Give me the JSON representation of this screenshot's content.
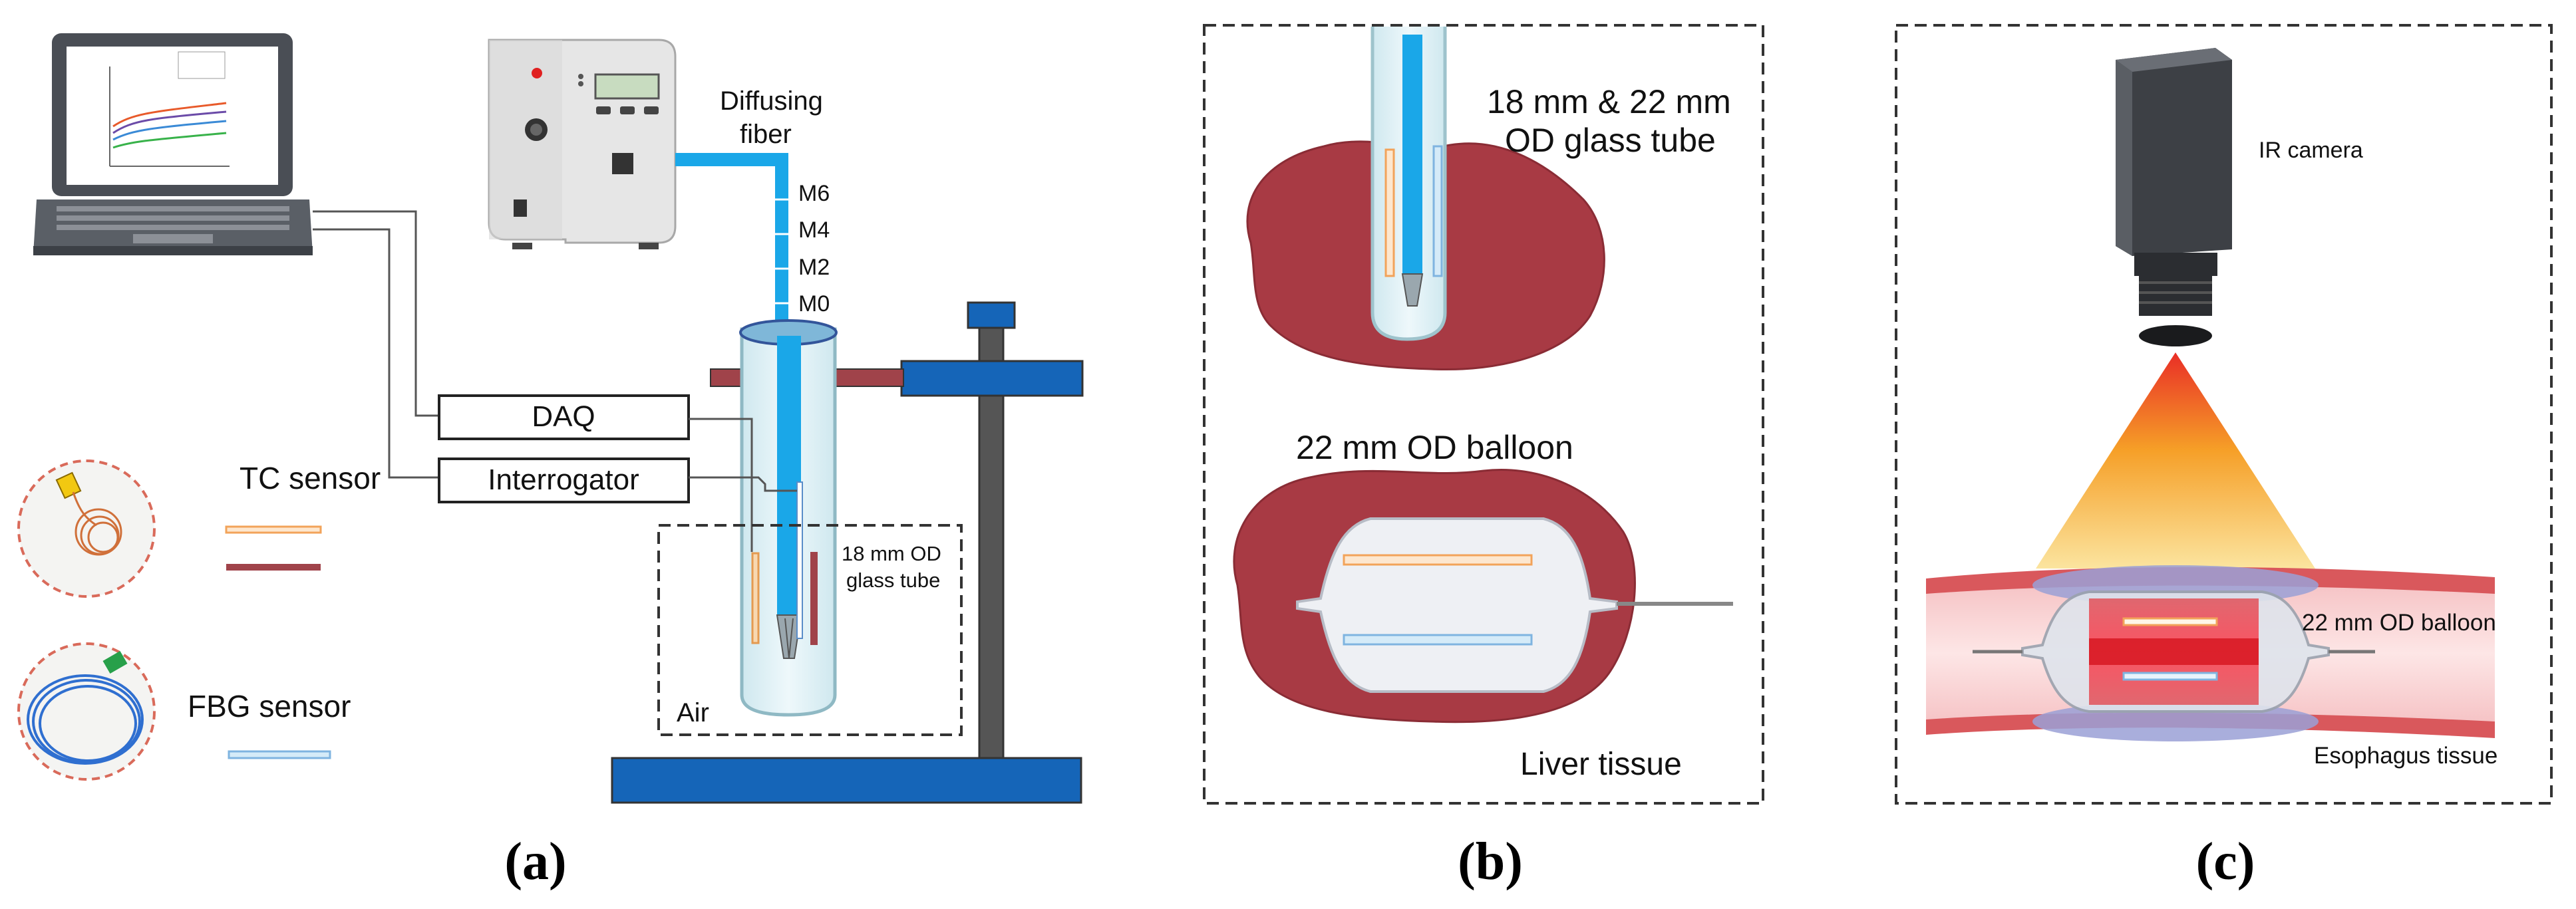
{
  "panel_a": {
    "daq_label": "DAQ",
    "interrogator_label": "Interrogator",
    "diffusing_fiber_line1": "Diffusing",
    "diffusing_fiber_line2": "fiber",
    "markers": [
      "M6",
      "M4",
      "M2",
      "M0"
    ],
    "tube_label_line1": "18 mm OD",
    "tube_label_line2": "glass tube",
    "air_label": "Air",
    "tc_sensor_label": "TC sensor",
    "fbg_sensor_label": "FBG sensor",
    "caption": "(a)"
  },
  "panel_b": {
    "tube_label_line1": "18 mm & 22 mm",
    "tube_label_line2": "OD glass tube",
    "balloon_label": "22 mm OD balloon",
    "tissue_label": "Liver tissue",
    "caption": "(b)"
  },
  "panel_c": {
    "camera_label": "IR camera",
    "balloon_label": "22 mm OD balloon",
    "tissue_label": "Esophagus tissue",
    "caption": "(c)"
  },
  "colors": {
    "fiber_blue": "#1aa7e8",
    "stand_blue": "#1565b8",
    "tissue_red": "#a83a44",
    "tc_orange": "#f2a35a",
    "tc_brown": "#a0434a",
    "fbg_blue": "#7fb4e0"
  }
}
